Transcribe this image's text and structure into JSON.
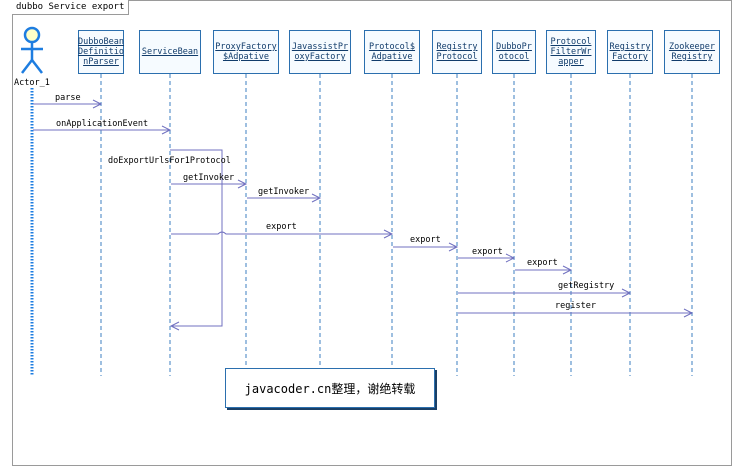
{
  "frame_title": "dubbo Service export",
  "actor": {
    "name": "Actor_1"
  },
  "participants": [
    {
      "id": "parser",
      "label": "DubboBean Definitio nParser"
    },
    {
      "id": "servicebean",
      "label": "ServiceBean"
    },
    {
      "id": "proxyfactory",
      "label": "ProxyFactory $Adpative"
    },
    {
      "id": "javassist",
      "label": "JavassistPr oxyFactory"
    },
    {
      "id": "protocol_adaptive",
      "label": "Protocol$ Adpative"
    },
    {
      "id": "registry_protocol",
      "label": "Registry Protocol"
    },
    {
      "id": "dubbo_protocol",
      "label": "DubboPr otocol"
    },
    {
      "id": "filter_wrapper",
      "label": "Protocol FilterWr apper"
    },
    {
      "id": "registry_factory",
      "label": "Registry Factory"
    },
    {
      "id": "zk_registry",
      "label": "Zookeeper Registry"
    }
  ],
  "messages": [
    {
      "label": "parse"
    },
    {
      "label": "onApplicationEvent"
    },
    {
      "label": "doExportUrlsFor1Protocol"
    },
    {
      "label": "getInvoker"
    },
    {
      "label": "getInvoker"
    },
    {
      "label": "export"
    },
    {
      "label": "export"
    },
    {
      "label": "export"
    },
    {
      "label": "export"
    },
    {
      "label": "getRegistry"
    },
    {
      "label": "register"
    }
  ],
  "note": {
    "text": "javacoder.cn整理，谢绝转载"
  },
  "colors": {
    "line": "#3d7fc0",
    "arrow": "#7070c0",
    "actor": "#1e7de0",
    "box_border": "#2b6fae"
  }
}
